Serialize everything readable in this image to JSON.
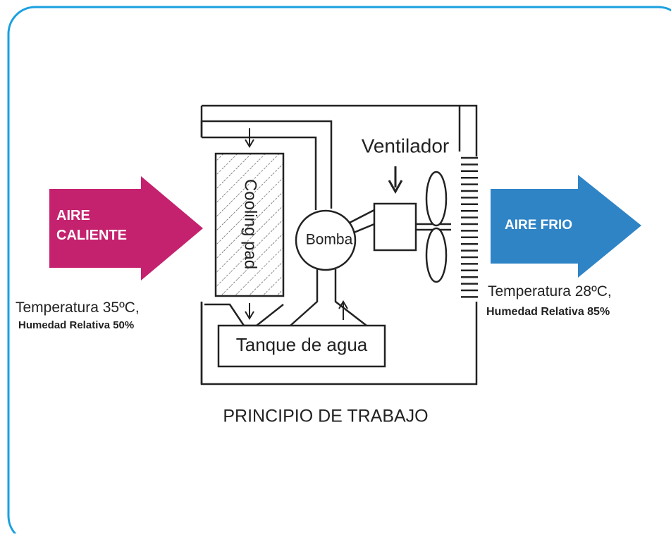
{
  "diagram": {
    "title": "PRINCIPIO DE TRABAJO",
    "hot_air": {
      "label_line1": "AIRE",
      "label_line2": "CALIENTE",
      "temperature": "Temperatura 35ºC,",
      "humidity": "Humedad Relativa 50%",
      "color": "#c4216e"
    },
    "cold_air": {
      "label": "AIRE FRIO",
      "temperature": "Temperatura 28ºC,",
      "humidity": "Humedad Relativa 85%",
      "color": "#2f84c6"
    },
    "components": {
      "cooling_pad": "Cooling pad",
      "pump": "Bomba",
      "fan": "Ventilador",
      "water_tank": "Tanque de agua"
    },
    "colors": {
      "frame_border": "#1aa0e0",
      "line": "#222222"
    }
  }
}
